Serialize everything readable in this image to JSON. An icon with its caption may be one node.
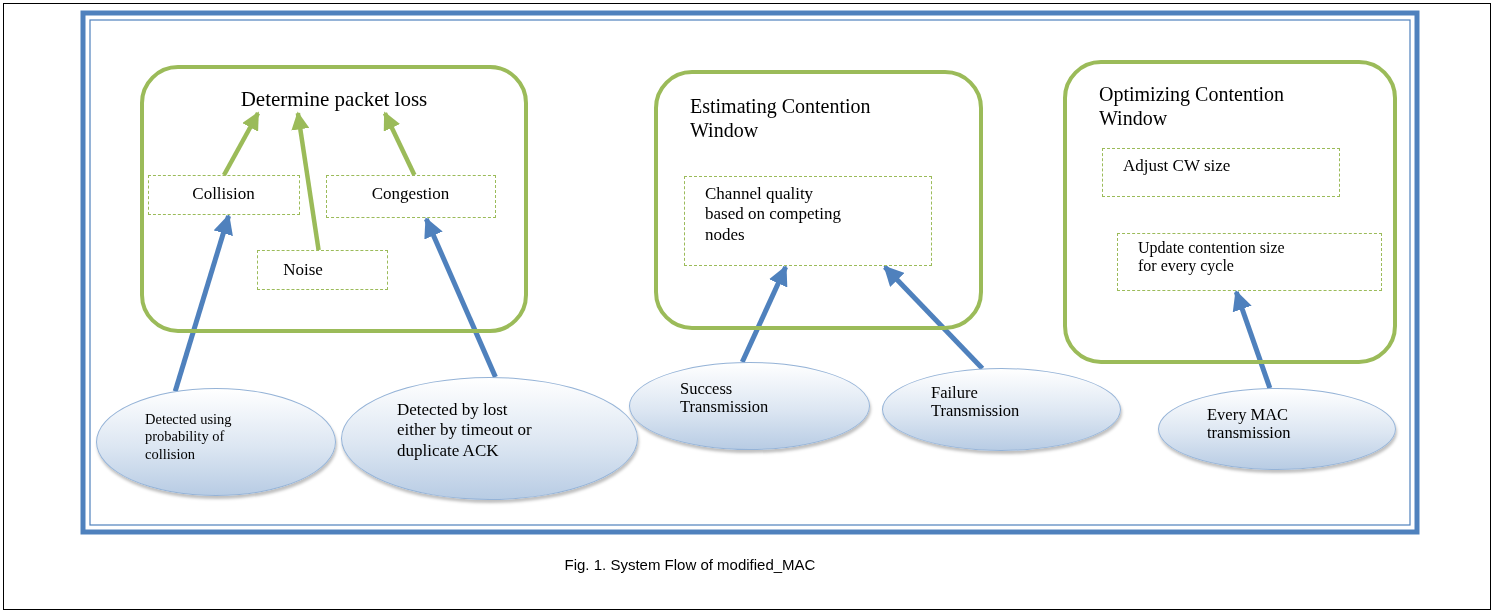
{
  "diagram": {
    "caption": "Fig. 1.  System Flow of modified_MAC",
    "nodes": [
      {
        "text": [
          "Determine packet loss"
        ]
      },
      {
        "text": [
          "Collision"
        ],
        "in": 0
      },
      {
        "text": [
          "Congestion"
        ],
        "in": 0
      },
      {
        "text": [
          "Noise"
        ],
        "in": 0
      },
      {
        "text": [
          "Estimating Contention Window"
        ]
      },
      {
        "text": [
          "Channel quality based on competing nodes"
        ],
        "in": 4
      },
      {
        "text": [
          "Optimizing Contention Window"
        ]
      },
      {
        "text": [
          "Adjust CW size"
        ],
        "in": 6
      },
      {
        "text": [
          "Update contention size for every cycle"
        ],
        "in": 6
      },
      {
        "text": [
          "Detected using probability of collision"
        ]
      },
      {
        "text": [
          "Detected by lost either by timeout or duplicate ACK"
        ]
      },
      {
        "text": [
          "Success Transmission"
        ]
      },
      {
        "text": [
          "Failure Transmission"
        ]
      },
      {
        "text": [
          "Every MAC transmission"
        ]
      }
    ],
    "edges": [
      {
        "from": 1,
        "to": 0,
        "arrow": "to",
        "color": "#9bbb59"
      },
      {
        "from": 3,
        "to": 0,
        "arrow": "to",
        "color": "#9bbb59"
      },
      {
        "from": 2,
        "to": 0,
        "arrow": "to",
        "color": "#9bbb59"
      },
      {
        "from": 9,
        "to": 1,
        "arrow": "to"
      },
      {
        "from": 10,
        "to": 2,
        "arrow": "to"
      },
      {
        "from": 11,
        "to": 5,
        "arrow": "to"
      },
      {
        "from": 12,
        "to": 5,
        "arrow": "to"
      },
      {
        "from": 13,
        "to": 8,
        "arrow": "to"
      }
    ]
  }
}
